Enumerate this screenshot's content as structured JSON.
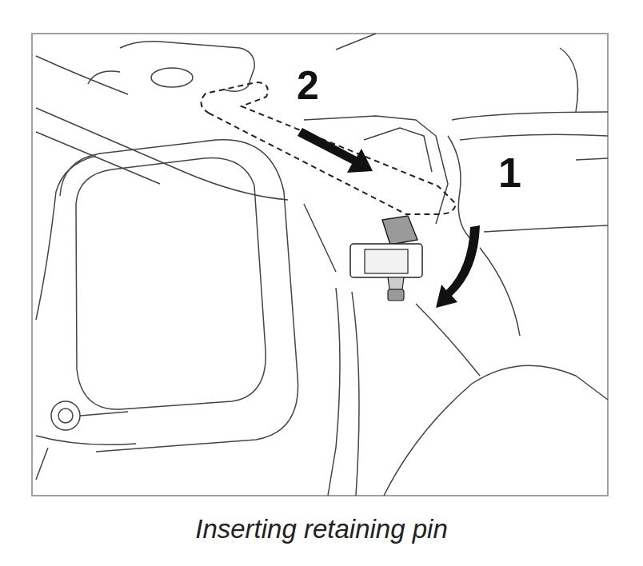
{
  "diagram": {
    "caption": "Inserting retaining pin",
    "labels": [
      "2",
      "1"
    ]
  }
}
